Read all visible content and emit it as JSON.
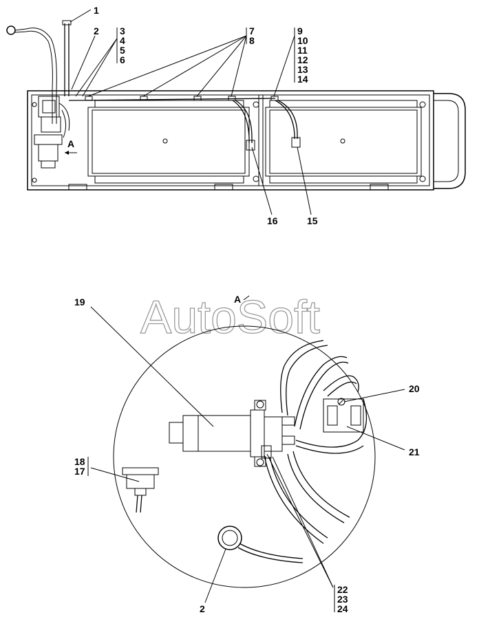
{
  "watermark": "AutoSoft",
  "view_marker": "A",
  "view_label": "A",
  "callouts": {
    "c1": "1",
    "c2_top": "2",
    "c3": "3",
    "c4": "4",
    "c5": "5",
    "c6": "6",
    "c7": "7",
    "c8": "8",
    "c9": "9",
    "c10": "10",
    "c11": "11",
    "c12": "12",
    "c13": "13",
    "c14": "14",
    "c15": "15",
    "c16": "16",
    "c19": "19",
    "c20": "20",
    "c21": "21",
    "c18": "18",
    "c17": "17",
    "c2_bottom": "2",
    "c22": "22",
    "c23": "23",
    "c24": "24"
  }
}
